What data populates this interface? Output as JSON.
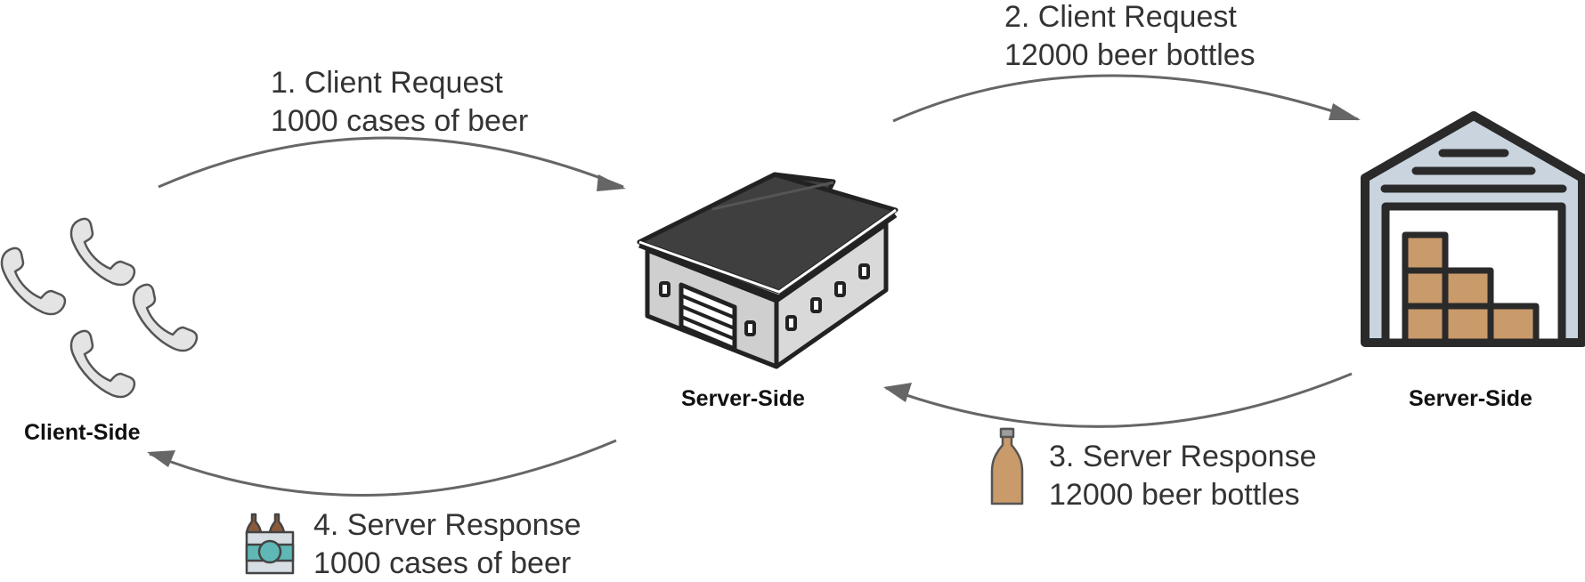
{
  "nodes": {
    "client": "Client-Side",
    "server_middle": "Server-Side",
    "server_right": "Server-Side"
  },
  "steps": [
    {
      "title": "1. Client Request",
      "detail": "1000 cases of beer"
    },
    {
      "title": "2. Client Request",
      "detail": "12000 beer bottles"
    },
    {
      "title": "3. Server Response",
      "detail": "12000 beer bottles"
    },
    {
      "title": "4. Server Response",
      "detail": "1000 cases of beer"
    }
  ],
  "icons": {
    "client": "phone-icon",
    "server_middle": "warehouse-building-icon",
    "server_right": "storage-warehouse-icon",
    "response_3": "beer-bottle-icon",
    "response_4": "beer-case-icon"
  },
  "colors": {
    "arrow": "#666666",
    "roof": "#3f3f3f",
    "wall": "#cfcfcf",
    "warehouse_roof": "#c9d4de",
    "box": "#c99a6a",
    "bottle": "#c99a6a",
    "case_band": "#5fb8b6"
  }
}
